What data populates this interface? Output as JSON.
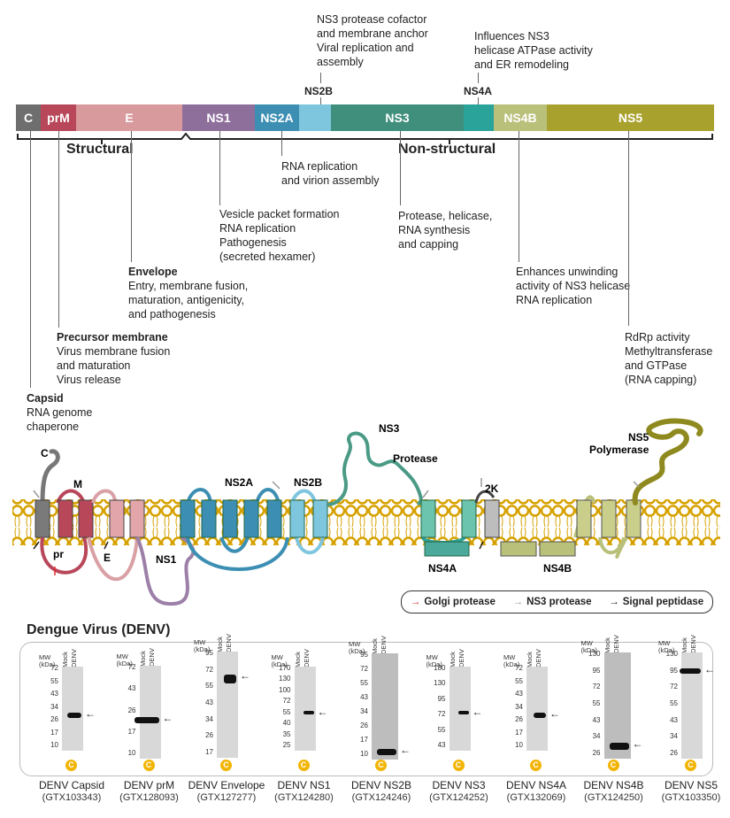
{
  "genome": {
    "segments": [
      {
        "label": "C",
        "color": "#6e6e6e"
      },
      {
        "label": "prM",
        "color": "#b8475a"
      },
      {
        "label": "E",
        "color": "#d99a9e"
      },
      {
        "label": "NS1",
        "color": "#8e6f9c"
      },
      {
        "label": "NS2A",
        "color": "#3c8fb3"
      },
      {
        "label": "",
        "color": "#7ec5de"
      },
      {
        "label": "NS3",
        "color": "#3f8f7c"
      },
      {
        "label": "",
        "color": "#2aa39a"
      },
      {
        "label": "NS4B",
        "color": "#b9c07a"
      },
      {
        "label": "NS5",
        "color": "#a9a12e"
      }
    ],
    "structural": "Structural",
    "nonstructural": "Non-structural",
    "ns2b_label": "NS2B",
    "ns4a_label": "NS4A"
  },
  "annotations": {
    "ns2b": [
      "NS3 protease cofactor",
      "and membrane anchor",
      "Viral replication and",
      "assembly"
    ],
    "ns4a": [
      "Influences NS3",
      "helicase ATPase activity",
      "and ER remodeling"
    ],
    "ns2a": [
      "RNA replication",
      "and virion assembly"
    ],
    "ns1": [
      "Vesicle packet formation",
      "RNA replication",
      "Pathogenesis",
      "(secreted hexamer)"
    ],
    "ns3": [
      "Protease, helicase,",
      "RNA synthesis",
      "and capping"
    ],
    "envelope_title": "Envelope",
    "envelope": [
      "Entry, membrane fusion,",
      "maturation, antigenicity,",
      "and pathogenesis"
    ],
    "ns4b": [
      "Enhances unwinding",
      "activity of NS3 helicase",
      "RNA replication"
    ],
    "prm_title": "Precursor membrane",
    "prm": [
      "Virus membrane fusion",
      "and maturation",
      "Virus release"
    ],
    "ns5": [
      "RdRp activity",
      "Methyltransferase",
      "and GTPase",
      "(RNA capping)"
    ],
    "capsid_title": "Capsid",
    "capsid": [
      "RNA genome",
      "chaperone"
    ]
  },
  "topology": {
    "c": "C",
    "m": "M",
    "pr": "pr",
    "e": "E",
    "ns1": "NS1",
    "ns2a": "NS2A",
    "ns2b": "NS2B",
    "ns3": "NS3",
    "protease": "Protease",
    "ns4a": "NS4A",
    "twok": "2K",
    "ns4b": "NS4B",
    "ns5": "NS5",
    "polymerase": "Polymerase"
  },
  "legend": {
    "golgi": "Golgi protease",
    "ns3": "NS3 protease",
    "signal": "Signal peptidase",
    "colors": {
      "golgi": "#e03030",
      "ns3": "#999999",
      "signal": "#222222"
    }
  },
  "blots": {
    "title": "Dengue Virus (DENV)",
    "mw_label": "MW",
    "kda_label": "(kDa)",
    "mock": "Mock",
    "denv": "DENV",
    "badge": "C",
    "items": [
      {
        "name": "DENV Capsid",
        "cat": "(GTX103343)",
        "markers": [
          "72",
          "55",
          "43",
          "34",
          "26",
          "17",
          "10"
        ]
      },
      {
        "name": "DENV prM",
        "cat": "(GTX128093)",
        "markers": [
          "72",
          "43",
          "26",
          "17",
          "10"
        ]
      },
      {
        "name": "DENV Envelope",
        "cat": "(GTX127277)",
        "markers": [
          "95",
          "72",
          "55",
          "43",
          "34",
          "26",
          "17"
        ]
      },
      {
        "name": "DENV NS1",
        "cat": "(GTX124280)",
        "markers": [
          "170",
          "130",
          "100",
          "72",
          "55",
          "40",
          "35",
          "25"
        ]
      },
      {
        "name": "DENV NS2B",
        "cat": "(GTX124246)",
        "markers": [
          "95",
          "72",
          "55",
          "43",
          "34",
          "26",
          "17",
          "10"
        ]
      },
      {
        "name": "DENV NS3",
        "cat": "(GTX124252)",
        "markers": [
          "180",
          "130",
          "95",
          "72",
          "55",
          "43"
        ]
      },
      {
        "name": "DENV NS4A",
        "cat": "(GTX132069)",
        "markers": [
          "72",
          "55",
          "43",
          "34",
          "26",
          "17",
          "10"
        ]
      },
      {
        "name": "DENV NS4B",
        "cat": "(GTX124250)",
        "markers": [
          "130",
          "95",
          "72",
          "55",
          "43",
          "34",
          "26"
        ]
      },
      {
        "name": "DENV NS5",
        "cat": "(GTX103350)",
        "markers": [
          "130",
          "95",
          "72",
          "55",
          "43",
          "34",
          "26"
        ]
      }
    ]
  }
}
